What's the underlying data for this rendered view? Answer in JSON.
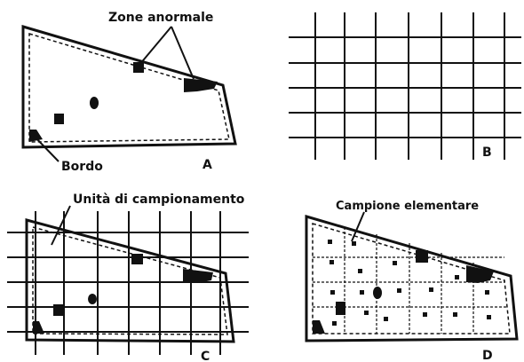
{
  "panels": {
    "a": {
      "letter": "A",
      "labels": {
        "anomalous_zones": "Zone anormale",
        "border": "Bordo"
      }
    },
    "b": {
      "letter": "B"
    },
    "c": {
      "letter": "C",
      "labels": {
        "sampling_unit": "Unità di campionamento"
      }
    },
    "d": {
      "letter": "D",
      "labels": {
        "elementary_sample": "Campione elementare"
      }
    }
  },
  "colors": {
    "ink": "#111111",
    "background": "#ffffff"
  }
}
